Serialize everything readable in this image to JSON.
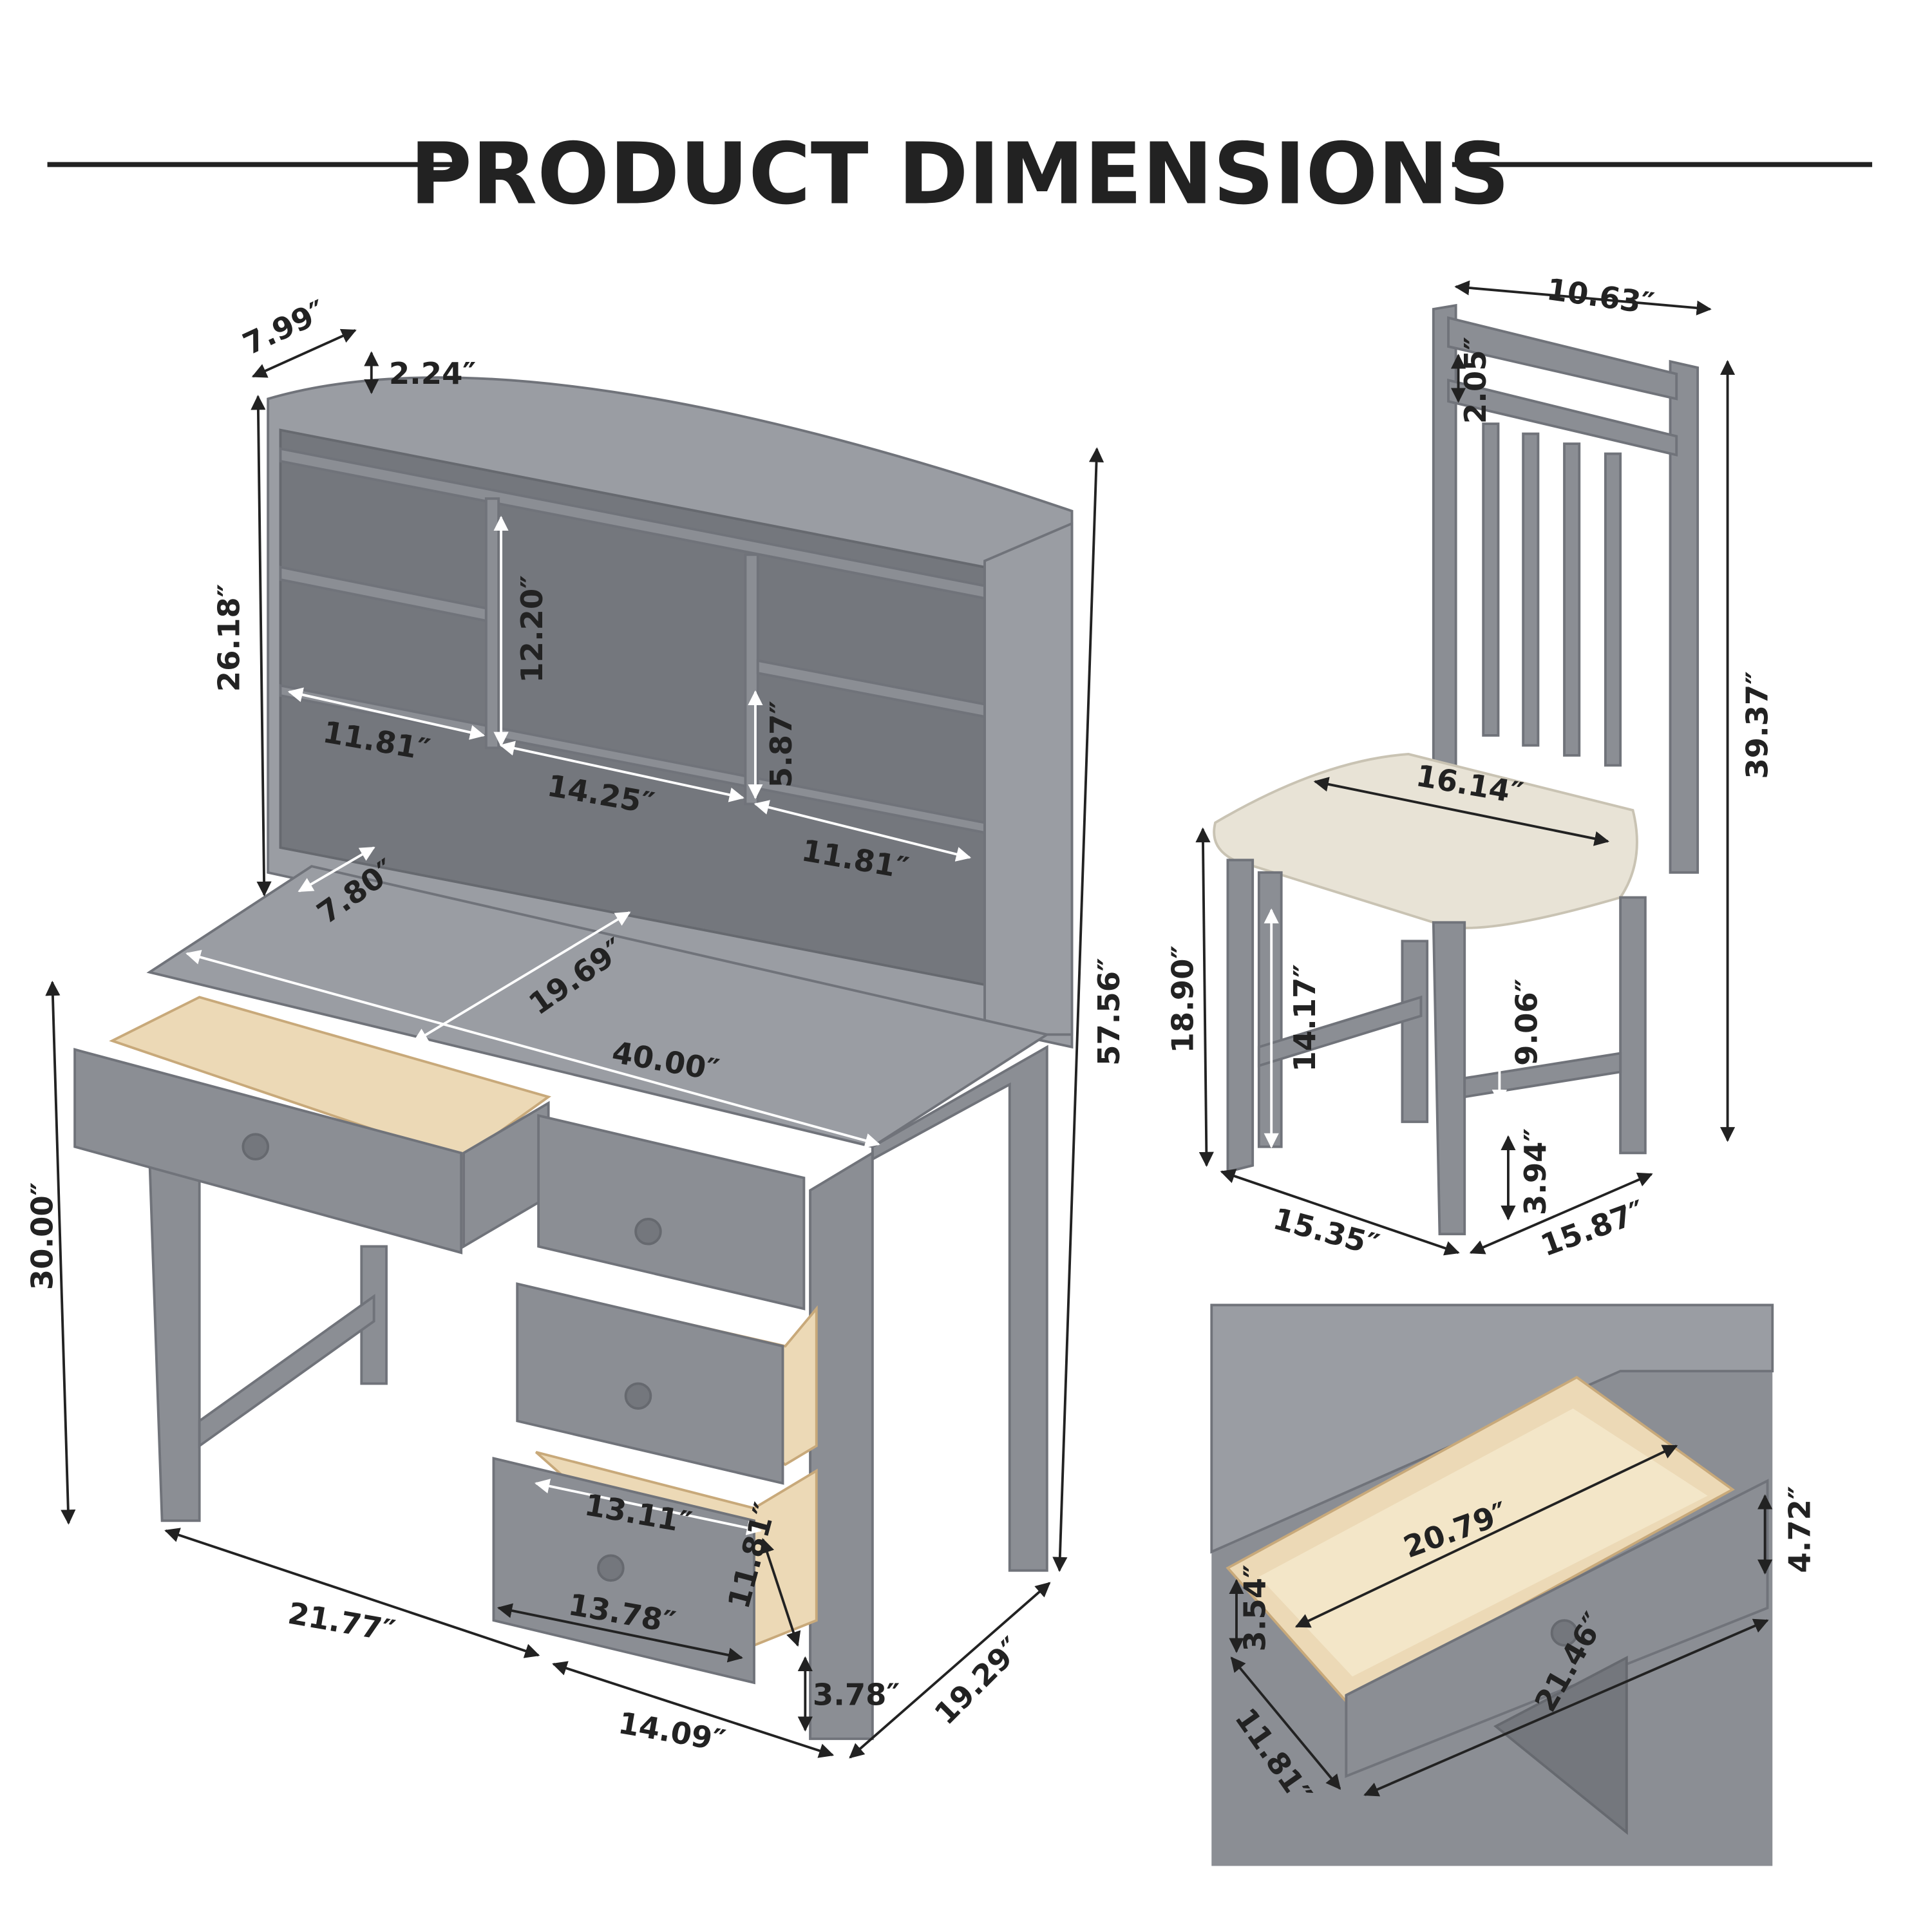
{
  "title": "PRODUCT DIMENSIONS",
  "colors": {
    "furniture": "#8b8e94",
    "drawer_wood": "#ecd9b6",
    "seat_fabric": "#e8e3d6",
    "text": "#222222"
  },
  "desk_labels": [
    "7.99″",
    "2.24″",
    "26.18″",
    "12.20″",
    "11.81″",
    "14.25″",
    "5.87″",
    "11.81″",
    "7.80″",
    "19.69″",
    "40.00″",
    "57.56″",
    "30.00″",
    "13.11″",
    "11.81″",
    "13.78″",
    "21.77″",
    "3.78″",
    "14.09″",
    "19.29″"
  ],
  "chair_labels": [
    "10.63″",
    "2.05″",
    "39.37″",
    "16.14″",
    "18.90″",
    "14.17″",
    "9.06″",
    "3.94″",
    "15.35″",
    "15.87″"
  ],
  "drawer_labels": [
    "20.79″",
    "4.72″",
    "3.54″",
    "21.46″",
    "11.81″"
  ]
}
